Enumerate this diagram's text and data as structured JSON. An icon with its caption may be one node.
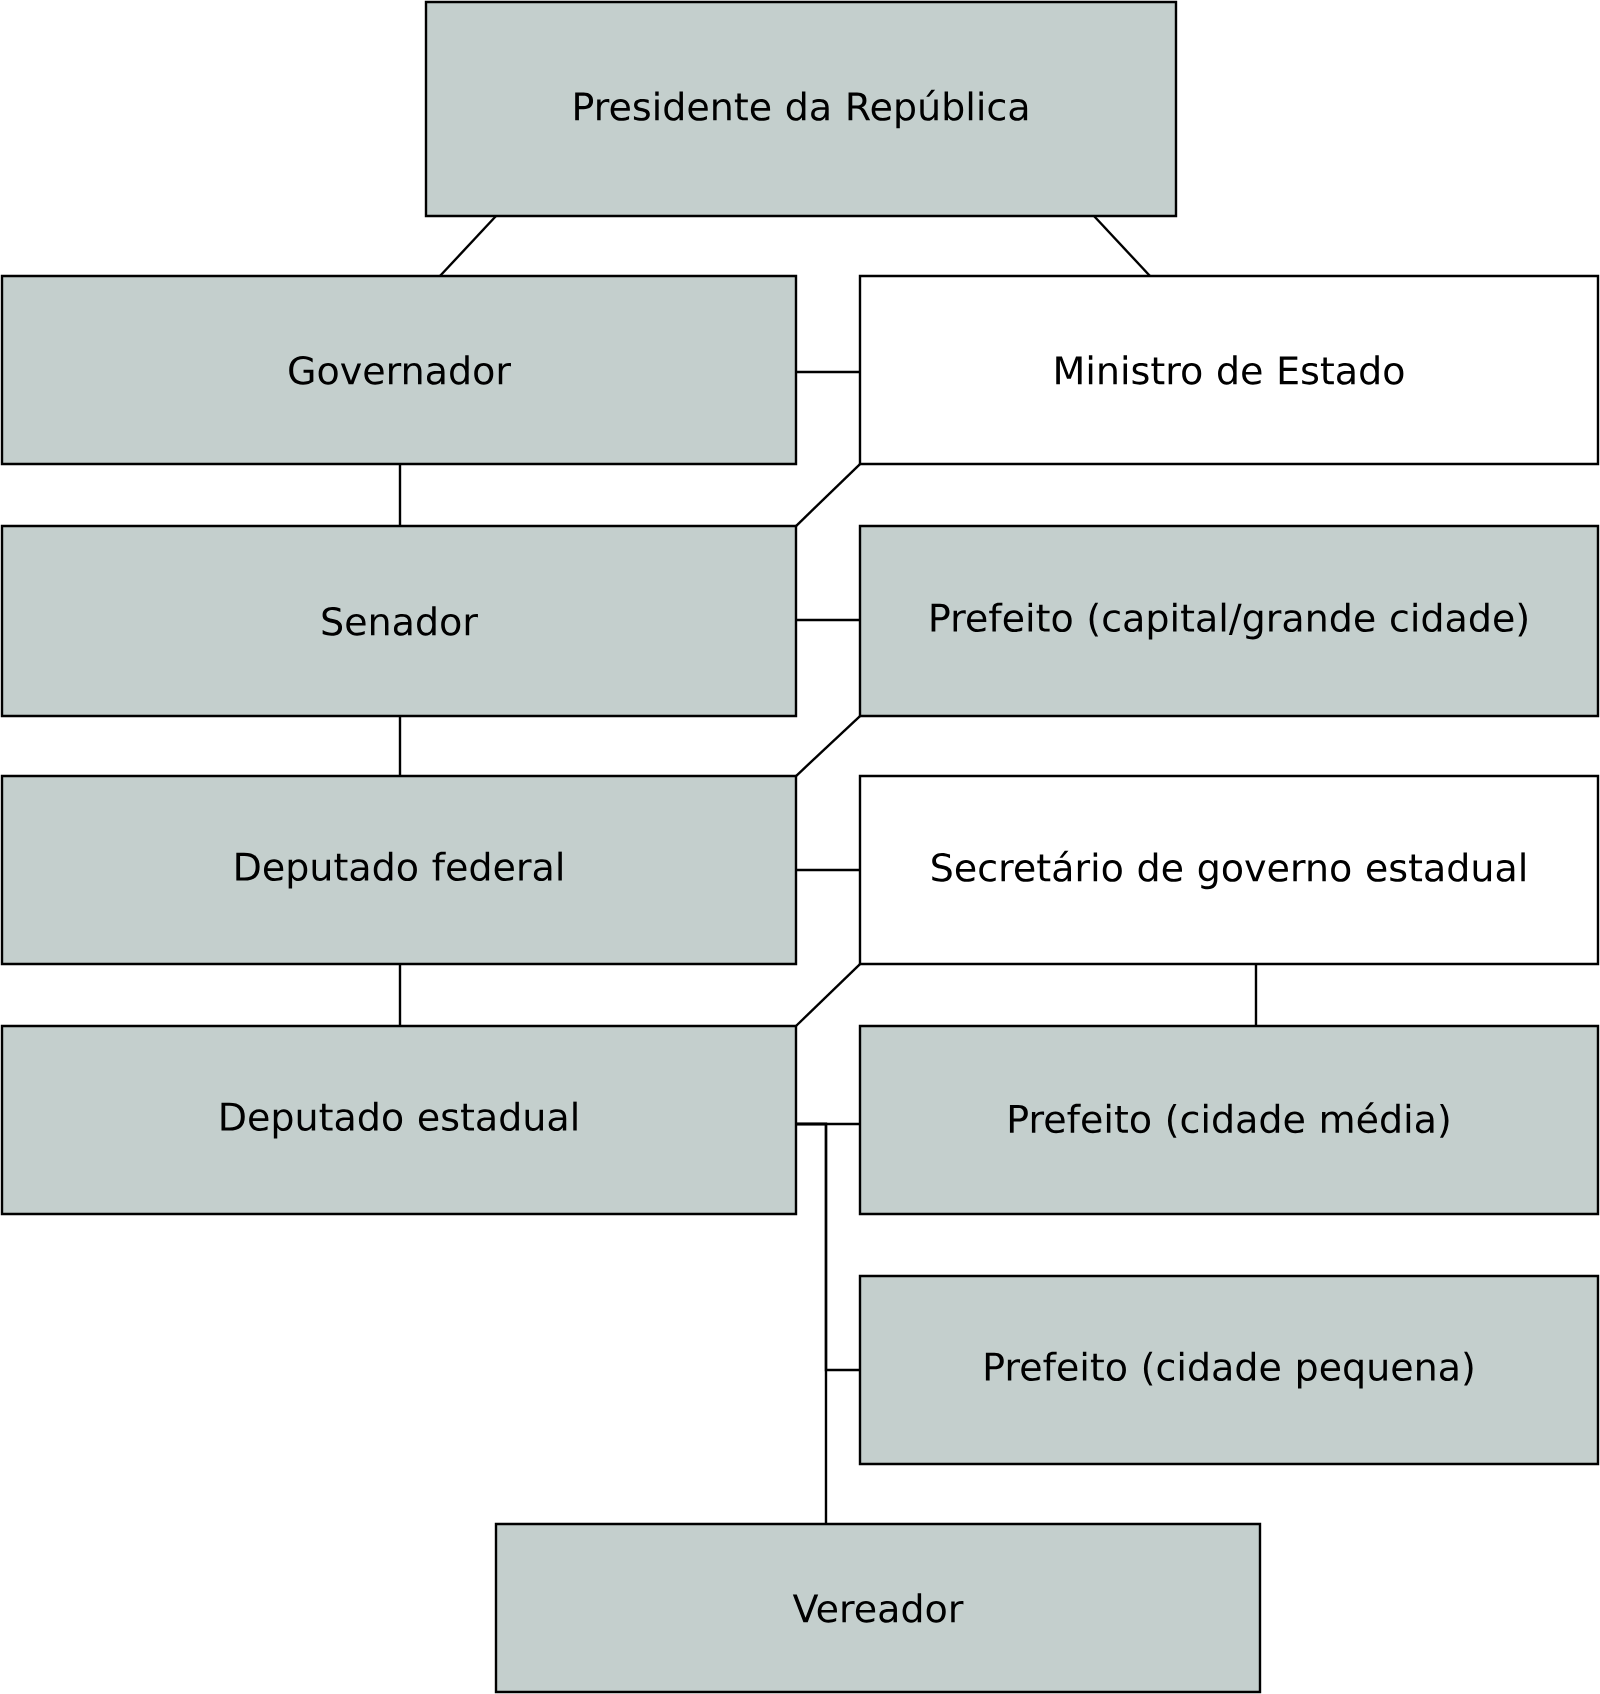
{
  "diagram": {
    "nodes": [
      {
        "text": [
          "Presidente da República"
        ]
      },
      {
        "text": [
          "Governador"
        ]
      },
      {
        "text": [
          "Ministro de Estado"
        ]
      },
      {
        "text": [
          "Senador"
        ]
      },
      {
        "text": [
          "Prefeito (capital/grande cidade)"
        ]
      },
      {
        "text": [
          "Deputado federal"
        ]
      },
      {
        "text": [
          "Secretário de governo estadual"
        ]
      },
      {
        "text": [
          "Deputado estadual"
        ]
      },
      {
        "text": [
          "Prefeito (cidade média)"
        ]
      },
      {
        "text": [
          "Prefeito (cidade pequena)"
        ]
      },
      {
        "text": [
          "Vereador"
        ]
      }
    ],
    "edges": [
      {
        "from": 0,
        "to": 1,
        "arrow": "none"
      },
      {
        "from": 0,
        "to": 2,
        "arrow": "none"
      },
      {
        "from": 1,
        "to": 2,
        "arrow": "none"
      },
      {
        "from": 1,
        "to": 3,
        "arrow": "none"
      },
      {
        "from": 2,
        "to": 3,
        "arrow": "none"
      },
      {
        "from": 3,
        "to": 4,
        "arrow": "none"
      },
      {
        "from": 3,
        "to": 5,
        "arrow": "none"
      },
      {
        "from": 4,
        "to": 5,
        "arrow": "none"
      },
      {
        "from": 5,
        "to": 6,
        "arrow": "none"
      },
      {
        "from": 5,
        "to": 7,
        "arrow": "none"
      },
      {
        "from": 6,
        "to": 7,
        "arrow": "none"
      },
      {
        "from": 6,
        "to": 8,
        "arrow": "none"
      },
      {
        "from": 7,
        "to": 8,
        "arrow": "none"
      },
      {
        "from": 7,
        "to": 9,
        "arrow": "none"
      },
      {
        "from": 7,
        "to": 10,
        "arrow": "none"
      }
    ]
  }
}
